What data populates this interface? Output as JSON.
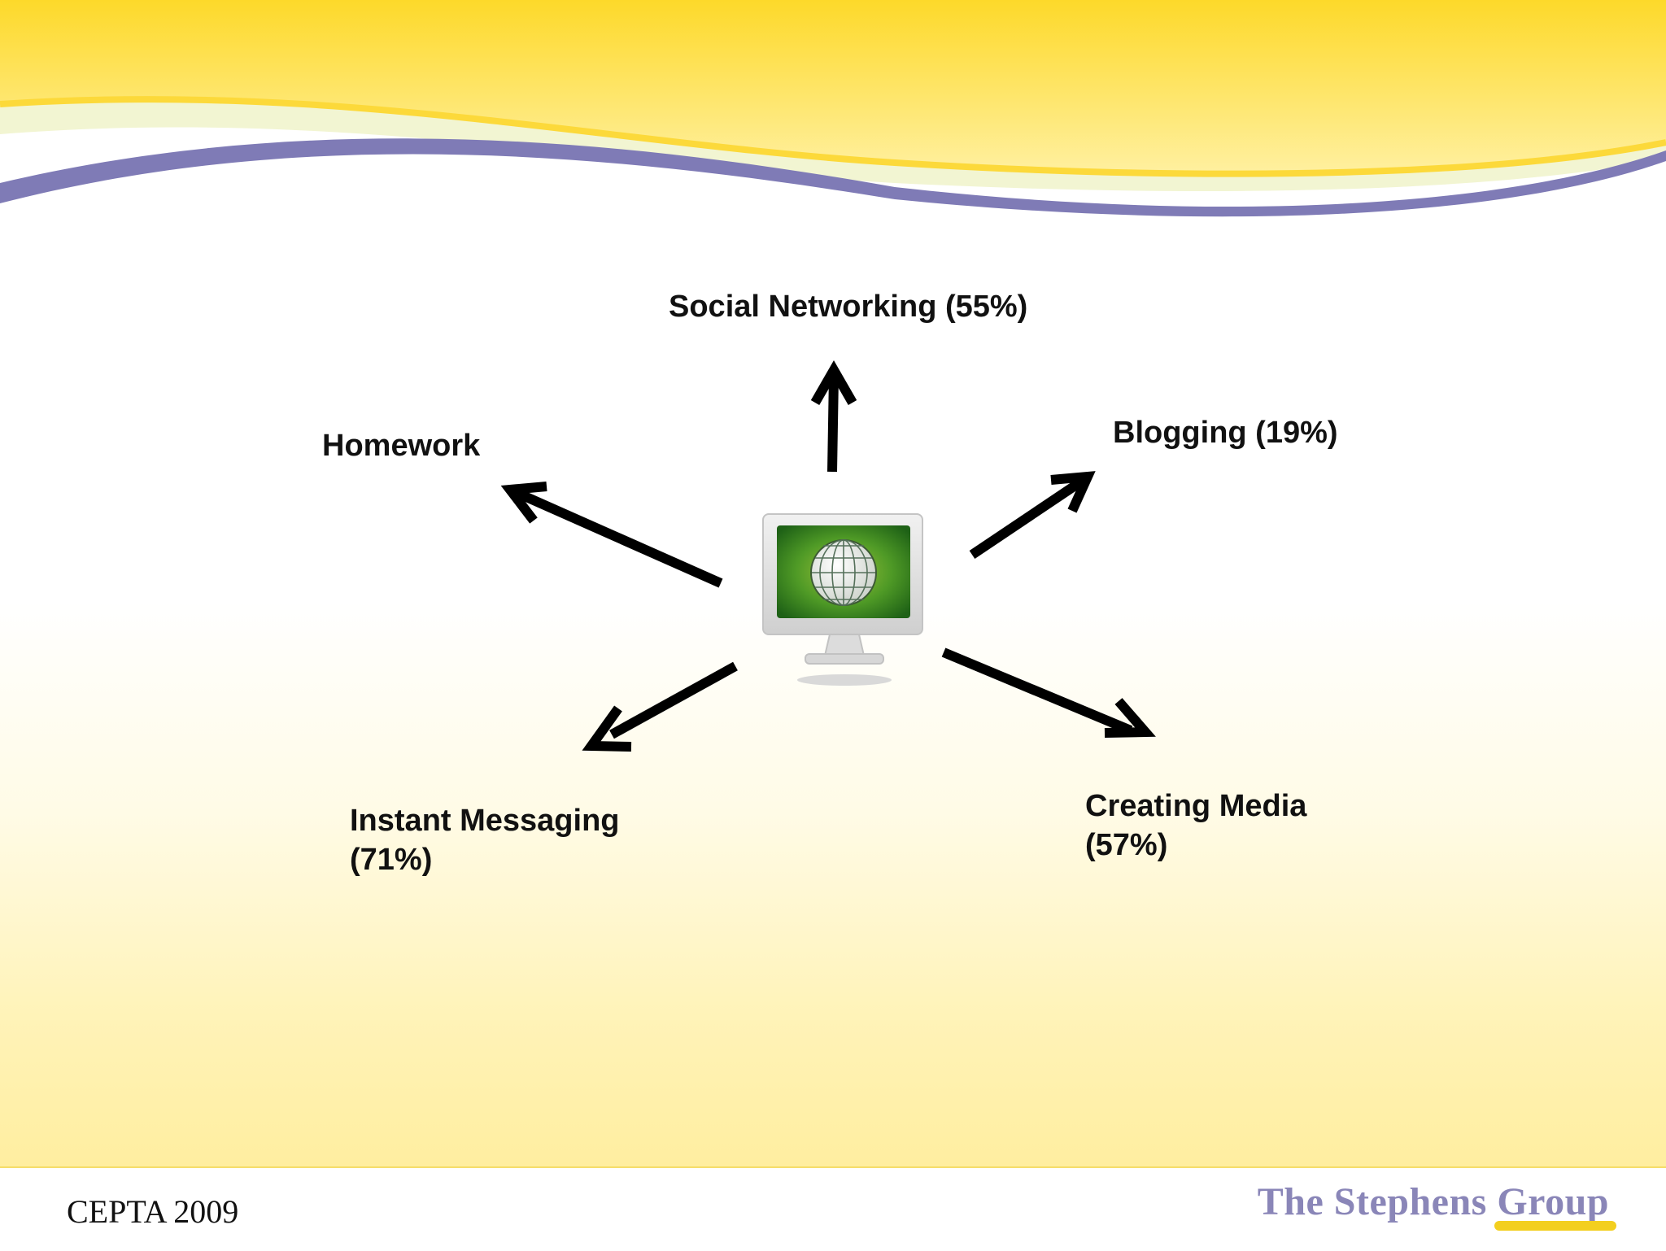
{
  "center_icon": "computer-monitor-globe-icon",
  "labels": {
    "top": "Social Networking (55%)",
    "upper_left": "Homework",
    "upper_right": "Blogging (19%)",
    "lower_left_line1": "Instant Messaging",
    "lower_left_line2": "(71%)",
    "lower_right_line1": "Creating Media",
    "lower_right_line2": "(57%)"
  },
  "footer": {
    "left_text": "CEPTA 2009",
    "right_text": "The Stephens Group"
  },
  "colors": {
    "wave_yellow": "#fcd93a",
    "wave_purple": "#7f7bb6",
    "arrow": "#000000",
    "screen_green": "#2f7d1d"
  }
}
